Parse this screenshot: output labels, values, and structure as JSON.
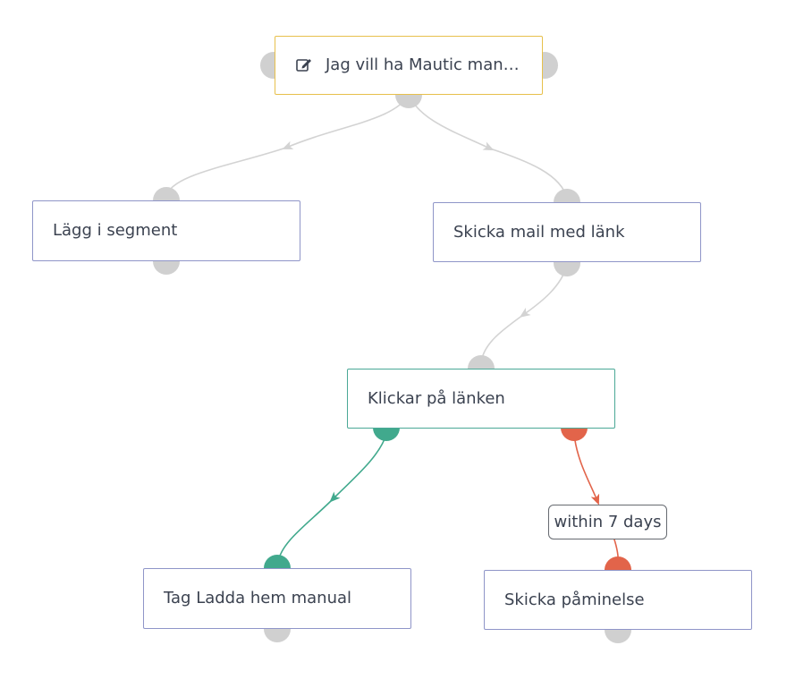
{
  "nodes": {
    "source": {
      "label": "Jag vill ha Mautic man…",
      "icon": "edit-form-icon"
    },
    "add_segment": {
      "label": "Lägg i segment"
    },
    "send_mail": {
      "label": "Skicka mail med länk"
    },
    "clicks_link": {
      "label": "Klickar på länken"
    },
    "tag_download": {
      "label": "Tag Ladda hem manual"
    },
    "send_reminder": {
      "label": "Skicka påminelse"
    }
  },
  "edges": {
    "no_path_label": "within 7 days"
  },
  "colors": {
    "edge_default": "#d3d3d3",
    "edge_yes": "#41a98d",
    "edge_no": "#e2644a",
    "node_border": "#8f95c8",
    "source_border": "#e7c04c",
    "decision_border": "#4aa896",
    "port_default": "#d0d0d0"
  }
}
